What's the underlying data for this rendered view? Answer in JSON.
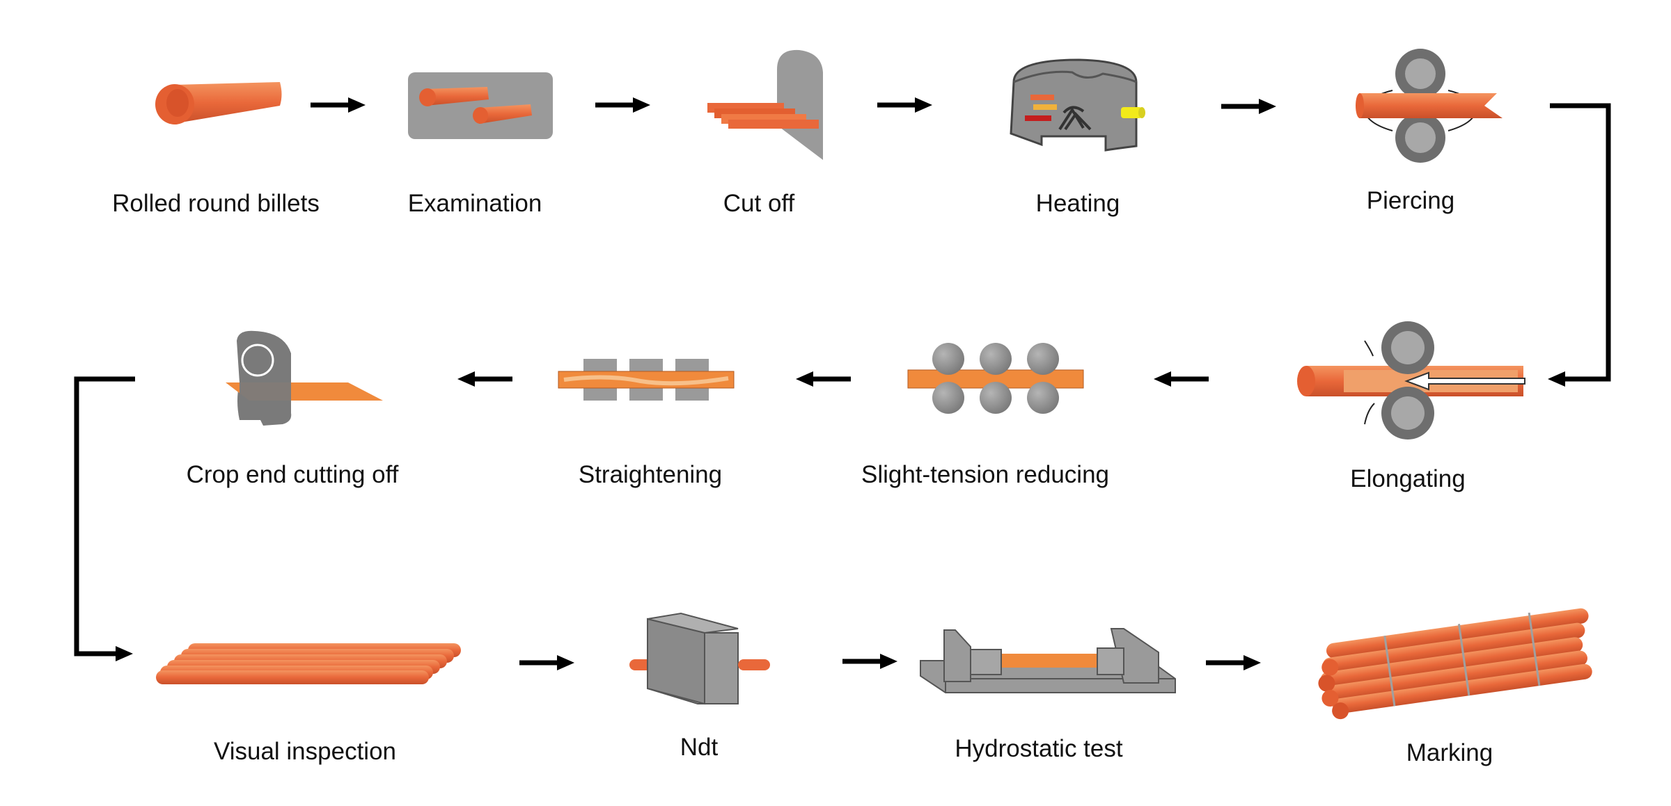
{
  "steps": [
    {
      "id": "rolled-round-billets",
      "label": "Rolled round billets"
    },
    {
      "id": "examination",
      "label": "Examination"
    },
    {
      "id": "cut-off",
      "label": "Cut off"
    },
    {
      "id": "heating",
      "label": "Heating"
    },
    {
      "id": "piercing",
      "label": "Piercing"
    },
    {
      "id": "elongating",
      "label": "Elongating"
    },
    {
      "id": "slight-tension-reducing",
      "label": "Slight-tension reducing"
    },
    {
      "id": "straightening",
      "label": "Straightening"
    },
    {
      "id": "crop-end-cutting-off",
      "label": "Crop end cutting off"
    },
    {
      "id": "visual-inspection",
      "label": "Visual inspection"
    },
    {
      "id": "ndt",
      "label": "Ndt"
    },
    {
      "id": "hydrostatic-test",
      "label": "Hydrostatic test"
    },
    {
      "id": "marking",
      "label": "Marking"
    }
  ],
  "colors": {
    "steel_orange": "#ea6a3c",
    "steel_orange_light": "#f08a3c",
    "machine_gray": "#9a9a9a",
    "machine_dark": "#6e6e6e",
    "arrow": "#000000",
    "yellow_burner": "#f2ea1a",
    "red_bar": "#c41e1e"
  }
}
